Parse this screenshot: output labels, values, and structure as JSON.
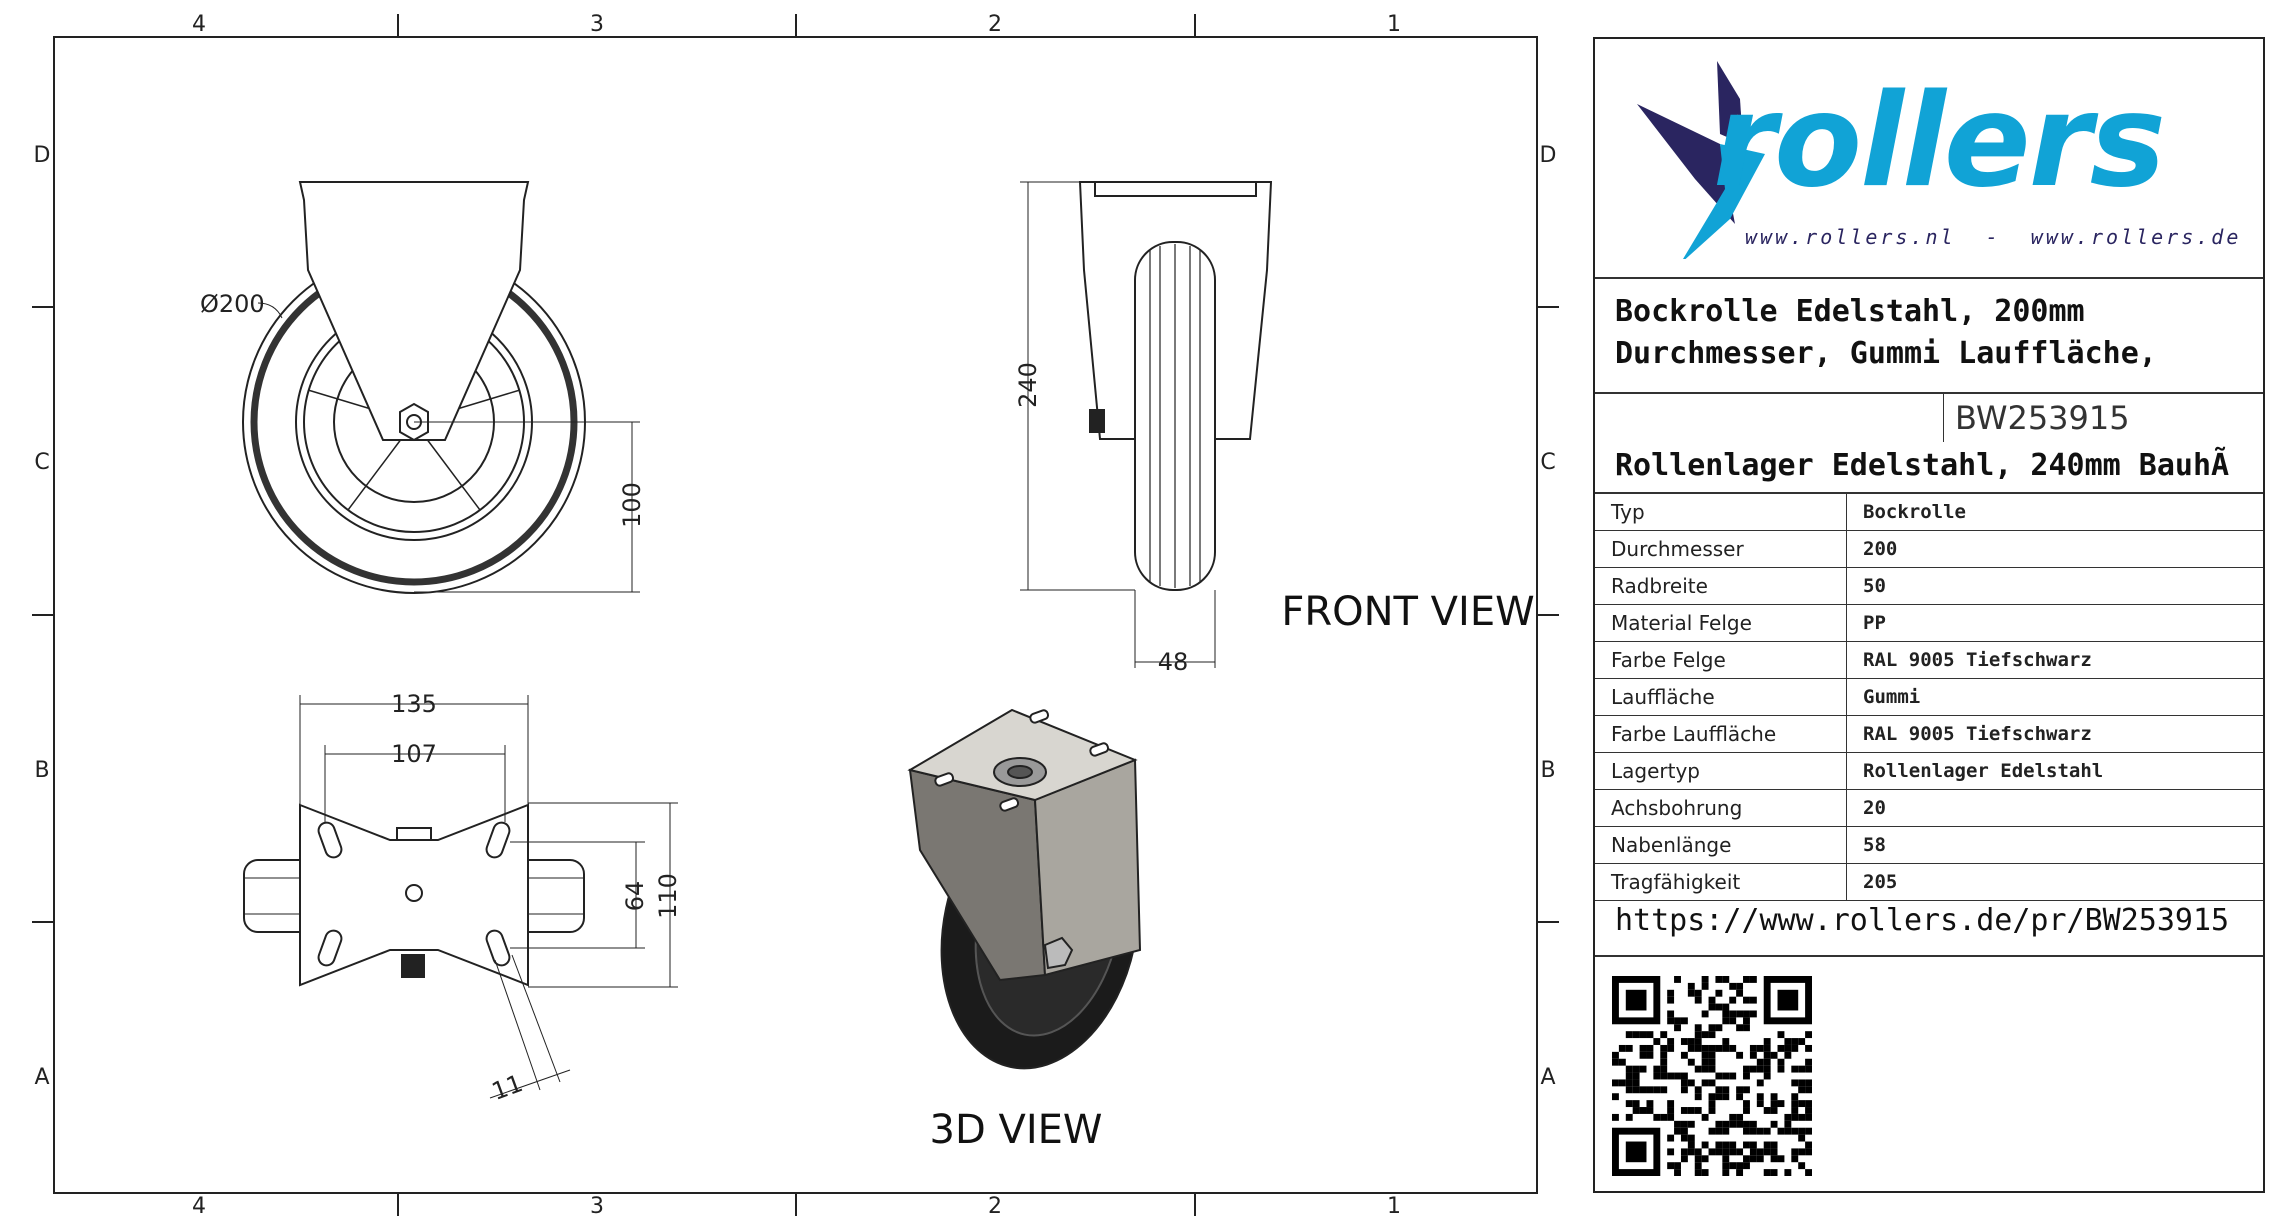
{
  "logo": {
    "brand": "rollers",
    "urls": "www.rollers.nl  -  www.rollers.de",
    "colors": {
      "blue": "#11a3d6",
      "navy": "#2a2560",
      "orange": "#f5a11c"
    }
  },
  "title": {
    "line1": "Bockrolle Edelstahl, 200mm",
    "line2": "Durchmesser, Gummi Lauffläche,",
    "line3": "Rollenlager Edelstahl, 240mm BauhÃ",
    "part_number": "BW253915"
  },
  "properties": [
    {
      "key": "Typ",
      "value": "Bockrolle"
    },
    {
      "key": "Durchmesser",
      "value": "200"
    },
    {
      "key": "Radbreite",
      "value": "50"
    },
    {
      "key": "Material Felge",
      "value": "PP"
    },
    {
      "key": "Farbe Felge",
      "value": "RAL 9005 Tiefschwarz"
    },
    {
      "key": "Lauffläche",
      "value": "Gummi"
    },
    {
      "key": "Farbe Lauffläche",
      "value": "RAL 9005 Tiefschwarz"
    },
    {
      "key": "Lagertyp",
      "value": "Rollenlager Edelstahl"
    },
    {
      "key": "Achsbohrung",
      "value": "20"
    },
    {
      "key": "Nabenlänge",
      "value": "58"
    },
    {
      "key": "Tragfähigkeit",
      "value": "205"
    }
  ],
  "url": "https://www.rollers.de/pr/BW253915",
  "frame": {
    "columns": [
      "4",
      "3",
      "2",
      "1"
    ],
    "rows": [
      "D",
      "C",
      "B",
      "A"
    ]
  },
  "views": {
    "front": "FRONT VIEW",
    "iso": "3D VIEW"
  },
  "dimensions": {
    "diameter": "Ø200",
    "axle_height": "100",
    "height": "240",
    "width": "48",
    "plate_length": "135",
    "hole_spacing_x": "107",
    "hole_spacing_y": "64",
    "plate_width": "110",
    "slot": "11"
  }
}
